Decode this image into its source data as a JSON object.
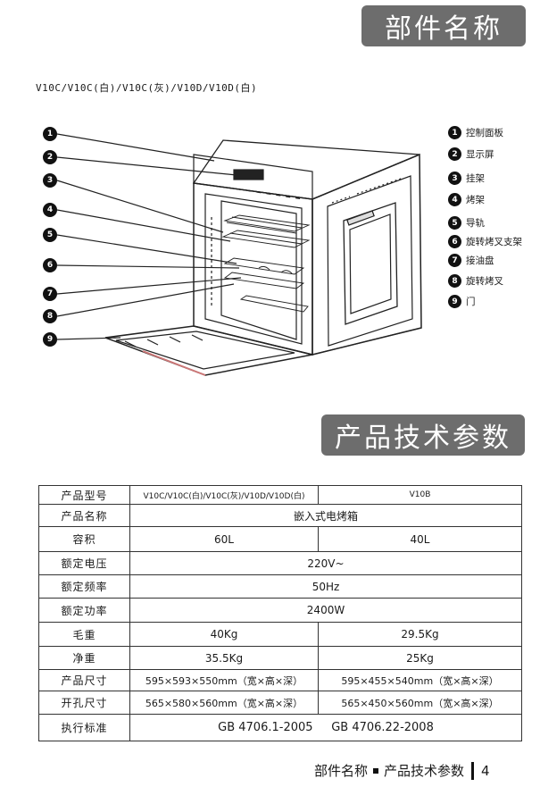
{
  "header": {
    "title": "部件名称"
  },
  "models_line": "V10C/V10C(白)/V10C(灰)/V10D/V10D(白)",
  "callouts": [
    "1",
    "2",
    "3",
    "4",
    "5",
    "6",
    "7",
    "8",
    "9"
  ],
  "legend": [
    {
      "num": "1",
      "label": "控制面板"
    },
    {
      "num": "2",
      "label": "显示屏"
    },
    {
      "num": "3",
      "label": "挂架"
    },
    {
      "num": "4",
      "label": "烤架"
    },
    {
      "num": "5",
      "label": "导轨"
    },
    {
      "num": "6",
      "label": "旋转烤叉支架"
    },
    {
      "num": "7",
      "label": "接油盘"
    },
    {
      "num": "8",
      "label": "旋转烤叉"
    },
    {
      "num": "9",
      "label": "门"
    }
  ],
  "spec_title": "产品技术参数",
  "spec_table": {
    "header": {
      "label": "产品型号",
      "col1": "V10C/V10C(白)/V10C(灰)/V10D/V10D(白)",
      "col2": "V10B"
    },
    "rows": [
      {
        "label": "产品名称",
        "merged": "嵌入式电烤箱"
      },
      {
        "label": "容积",
        "col1": "60L",
        "col2": "40L"
      },
      {
        "label": "额定电压",
        "merged": "220V~"
      },
      {
        "label": "额定频率",
        "merged": "50Hz"
      },
      {
        "label": "额定功率",
        "merged": "2400W"
      },
      {
        "label": "毛重",
        "col1": "40Kg",
        "col2": "29.5Kg"
      },
      {
        "label": "净重",
        "col1": "35.5Kg",
        "col2": "25Kg"
      },
      {
        "label": "产品尺寸",
        "col1": "595×593×550mm（宽×高×深）",
        "col2": "595×455×540mm（宽×高×深）"
      },
      {
        "label": "开孔尺寸",
        "col1": "565×580×560mm（宽×高×深）",
        "col2": "565×450×560mm（宽×高×深）"
      },
      {
        "label": "执行标准",
        "merged": "GB 4706.1-2005     GB 4706.22-2008"
      }
    ]
  },
  "footer": {
    "left": "部件名称",
    "right": "产品技术参数",
    "page": "4"
  }
}
